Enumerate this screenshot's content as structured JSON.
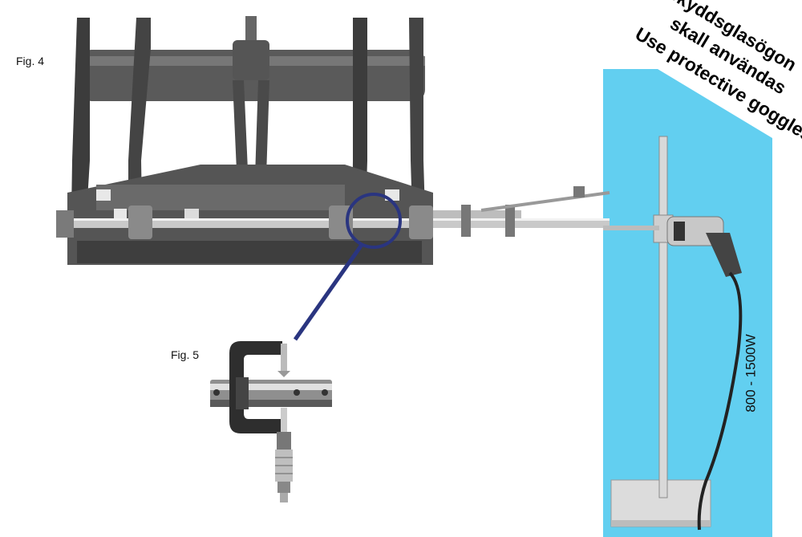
{
  "figures": {
    "fig4_label": "Fig. 4",
    "fig5_label": "Fig. 5"
  },
  "warning": {
    "line1": "Skyddsglasögon",
    "line2": "skall användas",
    "line3": "Use protective goggles"
  },
  "power_rating": "800 - 1500W",
  "colors": {
    "panel": "#62cff0",
    "callout": "#2a3580",
    "metal_dark": "#4a4a4a",
    "metal_mid": "#8a8a8a",
    "metal_light": "#d6d6d6"
  },
  "icons": {
    "frame": "attachment-frame-photo",
    "drill": "electric-drill",
    "micrometer": "micrometer-caliper",
    "stand": "drill-stand"
  }
}
